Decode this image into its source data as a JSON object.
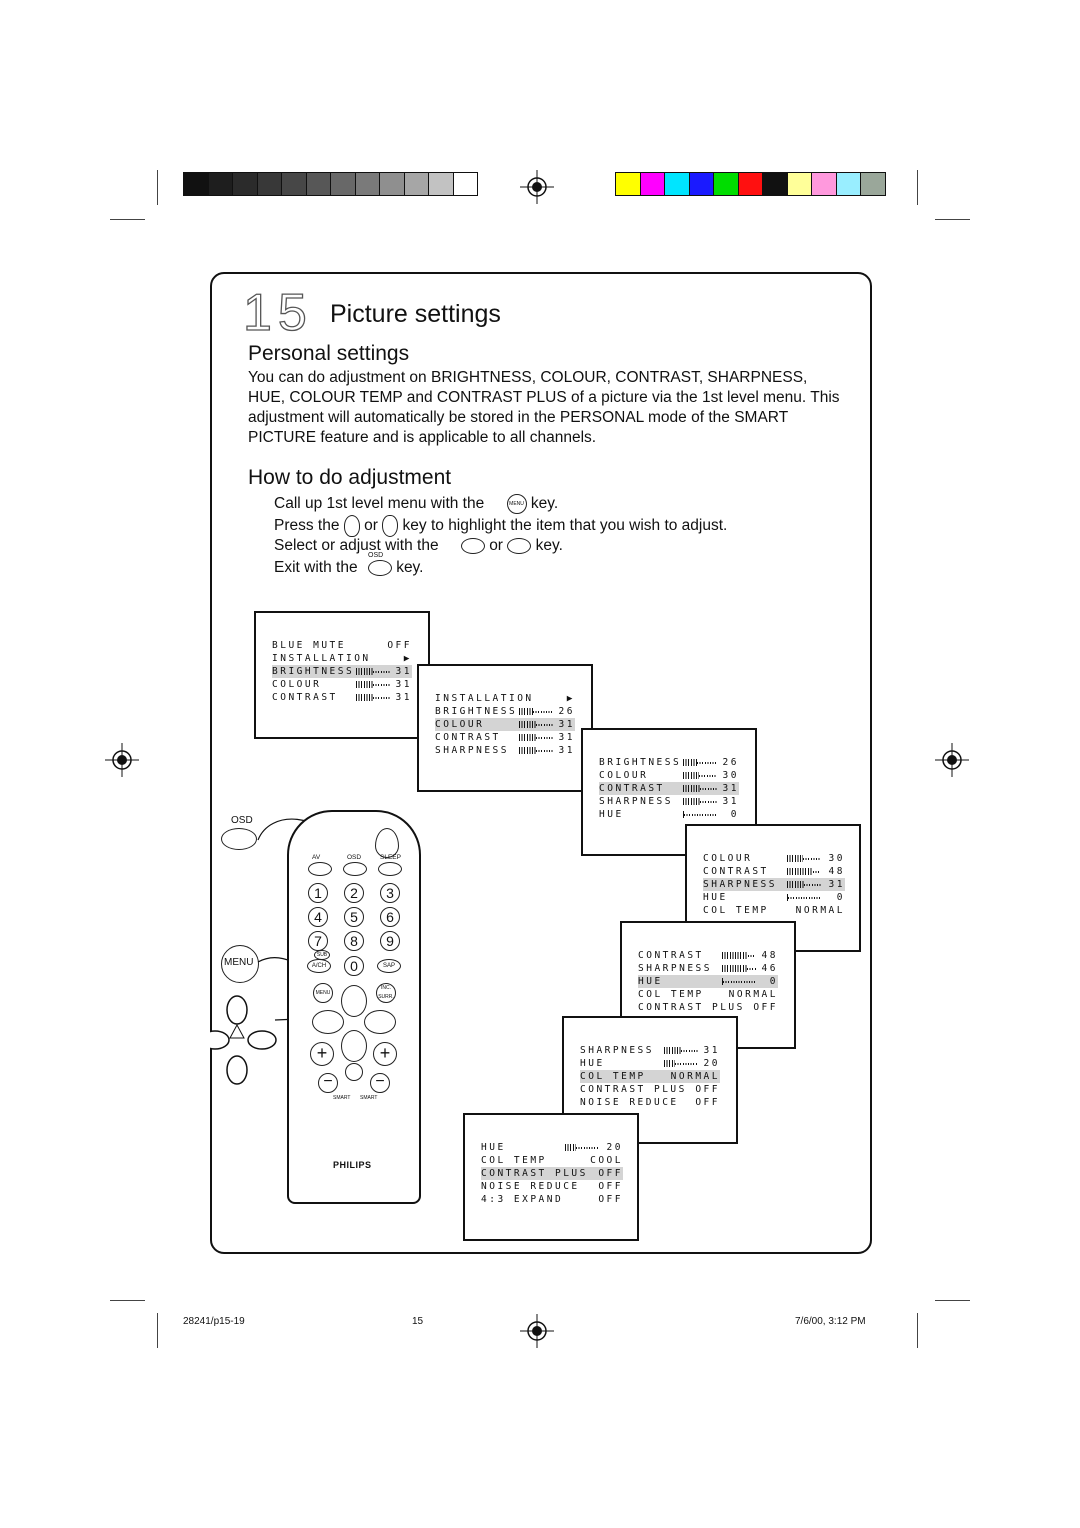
{
  "heading": {
    "number": "15",
    "title": "Picture settings"
  },
  "personal": {
    "title": "Personal settings",
    "text": "You can do adjustment on BRIGHTNESS, COLOUR, CONTRAST, SHARPNESS, HUE, COLOUR TEMP and CONTRAST PLUS of a picture via the 1st level menu. This adjustment will automatically be stored in the PERSONAL mode of the SMART PICTURE feature and is applicable to all channels."
  },
  "howto": {
    "title": "How to do adjustment",
    "step1_a": "Call up 1st level menu with the",
    "step1_key": "MENU",
    "step1_b": "key.",
    "step2_a": "Press the",
    "step2_or": "or",
    "step2_b": "key to highlight the item that you wish to adjust.",
    "step3_a": "Select or adjust with the",
    "step3_or": "or",
    "step3_b": "key.",
    "step4_a": "Exit with the",
    "step4_key": "OSD",
    "step4_b": "key."
  },
  "screens": [
    {
      "rows": [
        {
          "label": "BLUE MUTE",
          "value": "OFF"
        },
        {
          "label": "INSTALLATION",
          "value": "▶"
        },
        {
          "label": "BRIGHTNESS",
          "value": "31",
          "level": 31,
          "hl": true
        },
        {
          "label": "COLOUR",
          "value": "31",
          "level": 31
        },
        {
          "label": "CONTRAST",
          "value": "31",
          "level": 31
        }
      ]
    },
    {
      "rows": [
        {
          "label": "INSTALLATION",
          "value": "▶"
        },
        {
          "label": "BRIGHTNESS",
          "value": "26",
          "level": 26
        },
        {
          "label": "COLOUR",
          "value": "31",
          "level": 31,
          "hl": true
        },
        {
          "label": "CONTRAST",
          "value": "31",
          "level": 31
        },
        {
          "label": "SHARPNESS",
          "value": "31",
          "level": 31
        }
      ]
    },
    {
      "rows": [
        {
          "label": "BRIGHTNESS",
          "value": "26",
          "level": 26
        },
        {
          "label": "COLOUR",
          "value": "30",
          "level": 30
        },
        {
          "label": "CONTRAST",
          "value": "31",
          "level": 31,
          "hl": true
        },
        {
          "label": "SHARPNESS",
          "value": "31",
          "level": 31
        },
        {
          "label": "HUE",
          "value": "0",
          "level": 0
        }
      ]
    },
    {
      "rows": [
        {
          "label": "COLOUR",
          "value": "30",
          "level": 30
        },
        {
          "label": "CONTRAST",
          "value": "48",
          "level": 48
        },
        {
          "label": "SHARPNESS",
          "value": "31",
          "level": 31,
          "hl": true
        },
        {
          "label": "HUE",
          "value": "0",
          "level": 0
        },
        {
          "label": "COL TEMP",
          "value": "NORMAL"
        }
      ]
    },
    {
      "rows": [
        {
          "label": "CONTRAST",
          "value": "48",
          "level": 48
        },
        {
          "label": "SHARPNESS",
          "value": "46",
          "level": 46
        },
        {
          "label": "HUE",
          "value": "0",
          "level": 0,
          "hl": true
        },
        {
          "label": "COL TEMP",
          "value": "NORMAL"
        },
        {
          "label": "CONTRAST PLUS",
          "value": "OFF"
        }
      ]
    },
    {
      "rows": [
        {
          "label": "SHARPNESS",
          "value": "31",
          "level": 31
        },
        {
          "label": "HUE",
          "value": "20",
          "level": 20
        },
        {
          "label": "COL TEMP",
          "value": "NORMAL",
          "hl": true
        },
        {
          "label": "CONTRAST PLUS",
          "value": "OFF"
        },
        {
          "label": "NOISE REDUCE",
          "value": "OFF"
        }
      ]
    },
    {
      "rows": [
        {
          "label": "HUE",
          "value": "20",
          "level": 20
        },
        {
          "label": "COL TEMP",
          "value": "COOL"
        },
        {
          "label": "CONTRAST PLUS",
          "value": "OFF",
          "hl": true
        },
        {
          "label": "NOISE REDUCE",
          "value": "OFF"
        },
        {
          "label": "4:3 EXPAND",
          "value": "OFF"
        }
      ]
    }
  ],
  "remote": {
    "osd_callout": "OSD",
    "menu_callout": "MENU",
    "ch_label": "CH",
    "av": "AV",
    "osd": "OSD",
    "sleep": "SLEEP",
    "digits": [
      "1",
      "2",
      "3",
      "4",
      "5",
      "6",
      "7",
      "8",
      "9",
      "0"
    ],
    "sub": "SUB",
    "ach": "A/CH",
    "sap": "SAP",
    "menu": "MENU",
    "inc_surr": "INC. SURR.",
    "smart_left": "SMART",
    "smart_right": "SMART",
    "brand": "PHILIPS"
  },
  "footer": {
    "file": "28241/p15-19",
    "page": "15",
    "date": "7/6/00, 3:12 PM"
  },
  "colors": {
    "gray_strip": [
      "#111111",
      "#1e1e1e",
      "#2b2b2b",
      "#383838",
      "#474747",
      "#575757",
      "#686868",
      "#7a7a7a",
      "#8f8f8f",
      "#a6a6a6",
      "#c2c2c2",
      "#ffffff"
    ],
    "color_strip": [
      "#ffff00",
      "#ff00ff",
      "#00e5ff",
      "#1a1aff",
      "#00dd00",
      "#ff1010",
      "#111111",
      "#ffff99",
      "#ff99dd",
      "#99eeff",
      "#9aa79a"
    ]
  }
}
